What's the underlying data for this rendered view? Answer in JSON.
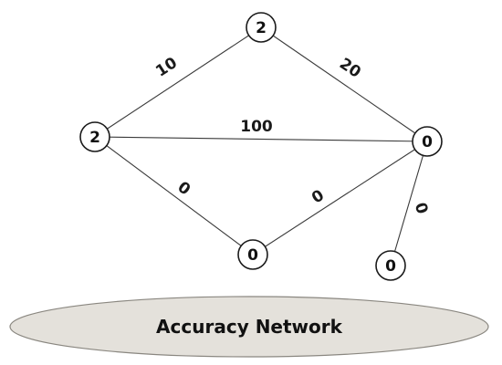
{
  "diagram": {
    "platform_label": "Accuracy Network",
    "nodes": [
      {
        "id": "top",
        "label": "2"
      },
      {
        "id": "left",
        "label": "2"
      },
      {
        "id": "right",
        "label": "0"
      },
      {
        "id": "bottom",
        "label": "0"
      },
      {
        "id": "far-bottom-right",
        "label": "0"
      }
    ],
    "edges": [
      {
        "from": "left",
        "to": "top",
        "label": "10"
      },
      {
        "from": "top",
        "to": "right",
        "label": "20"
      },
      {
        "from": "left",
        "to": "right",
        "label": "100"
      },
      {
        "from": "left",
        "to": "bottom",
        "label": "0"
      },
      {
        "from": "bottom",
        "to": "right",
        "label": "0"
      },
      {
        "from": "right",
        "to": "far-bottom-right",
        "label": "0"
      }
    ]
  },
  "colors": {
    "node_fill": "#ffffff",
    "node_stroke": "#1a1a1a",
    "edge_stroke": "#3a3a3a",
    "platform_fill": "#e4e1db",
    "platform_stroke": "#8a8780"
  }
}
